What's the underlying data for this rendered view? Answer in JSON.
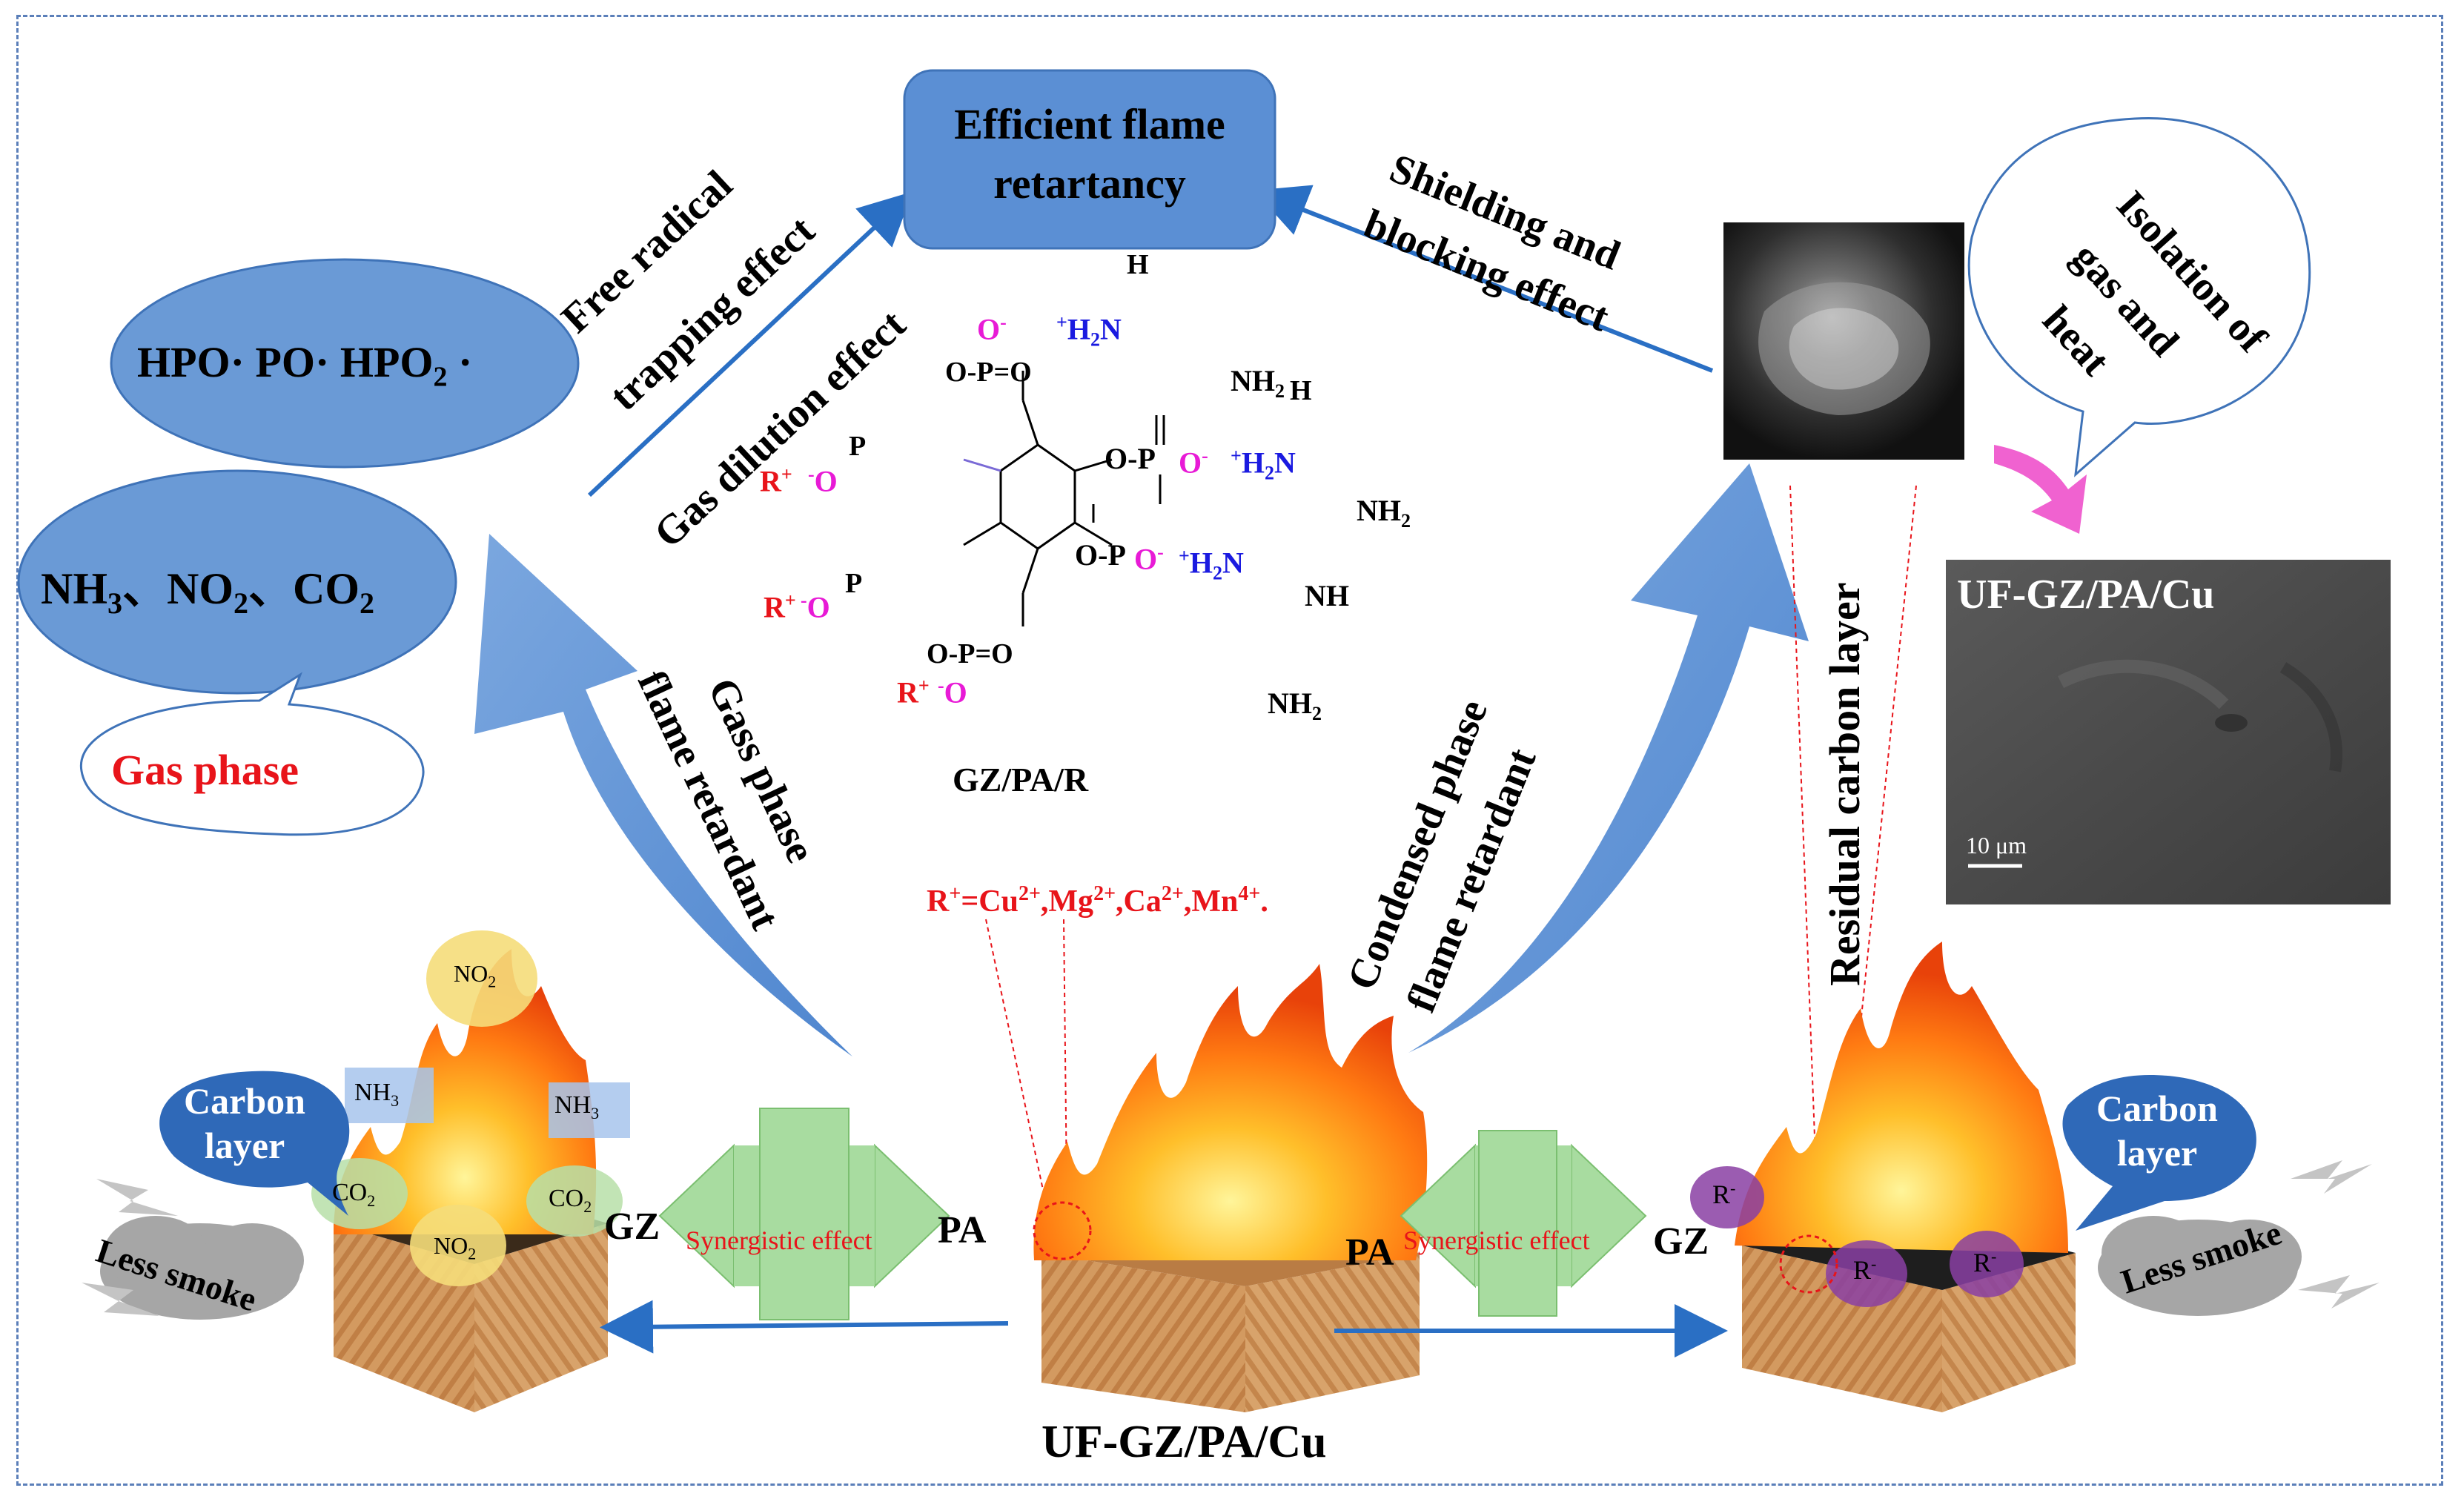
{
  "top_box": {
    "line1": "Efficient flame",
    "line2": "retartancy"
  },
  "left_arrow_labels": {
    "line1": "Free radical",
    "line2": "trapping effect",
    "line3": "Gas dilution effect"
  },
  "right_arrow_labels": {
    "line1": "Shielding and",
    "line2": "blocking effect"
  },
  "radicals_ellipse": {
    "text_main": "HPO· PO· HPO",
    "sub": "2",
    "tail": " ·"
  },
  "gases_ellipse": {
    "nh": "NH",
    "nh_sub": "3",
    "sep1": "、NO",
    "no_sub": "2",
    "sep2": "、CO",
    "co_sub": "2"
  },
  "gas_phase_bubble": "Gas phase",
  "isolation_bubble": {
    "line1": "Isolation of",
    "line2": "gas and",
    "line3": "heat"
  },
  "gas_phase_arrow": {
    "line1": "Gass phase",
    "line2": "flame retardant"
  },
  "condensed_arrow": {
    "line1": "Condensed phase",
    "line2": "flame  retardant"
  },
  "residual_label": "Residual carbon layer",
  "sem_image": {
    "title": "UF-GZ/PA/Cu",
    "scale": "10 μm"
  },
  "molecule": {
    "caption": "GZ/PA/R",
    "r_plus": "R",
    "o_minus": "O",
    "h2n_plus": "H",
    "nh2": "NH",
    "nh": "NH",
    "h": "H",
    "n": "N",
    "p": "P",
    "o": "O"
  },
  "r_definition": {
    "r": "R",
    "eq": "=Cu",
    "c1": "2+",
    "mg": ",Mg",
    "c2": "2+",
    "ca": ",Ca",
    "c3": "2+",
    "mn": ",Mn",
    "c4": "4+",
    "end": "."
  },
  "left_block": {
    "carbon_layer_l1": "Carbon",
    "carbon_layer_l2": "layer",
    "no2_top": "NO",
    "nh3_left": "NH",
    "nh3_right": "NH",
    "co2_left": "CO",
    "co2_right": "CO",
    "no2_bottom": "NO",
    "sub2": "2",
    "sub3": "3",
    "gz": "GZ",
    "less_smoke": "Less smoke"
  },
  "right_block": {
    "carbon_layer_l1": "Carbon",
    "carbon_layer_l2": "layer",
    "r_minus": "R",
    "gz": "GZ",
    "less_smoke": "Less smoke"
  },
  "synergy_left": {
    "label": "Synergistic effect",
    "pa": "PA"
  },
  "synergy_right": {
    "label": "Synergistic effect",
    "pa": "PA"
  },
  "bottom_label": "UF-GZ/PA/Cu",
  "colors": {
    "blue_fill": "#6a9ad6",
    "blue_box": "#5b8fd4",
    "red": "#e8141a",
    "magenta": "#e81ad6",
    "blue_text": "#1a1ae0",
    "green": "#a8dca0"
  }
}
